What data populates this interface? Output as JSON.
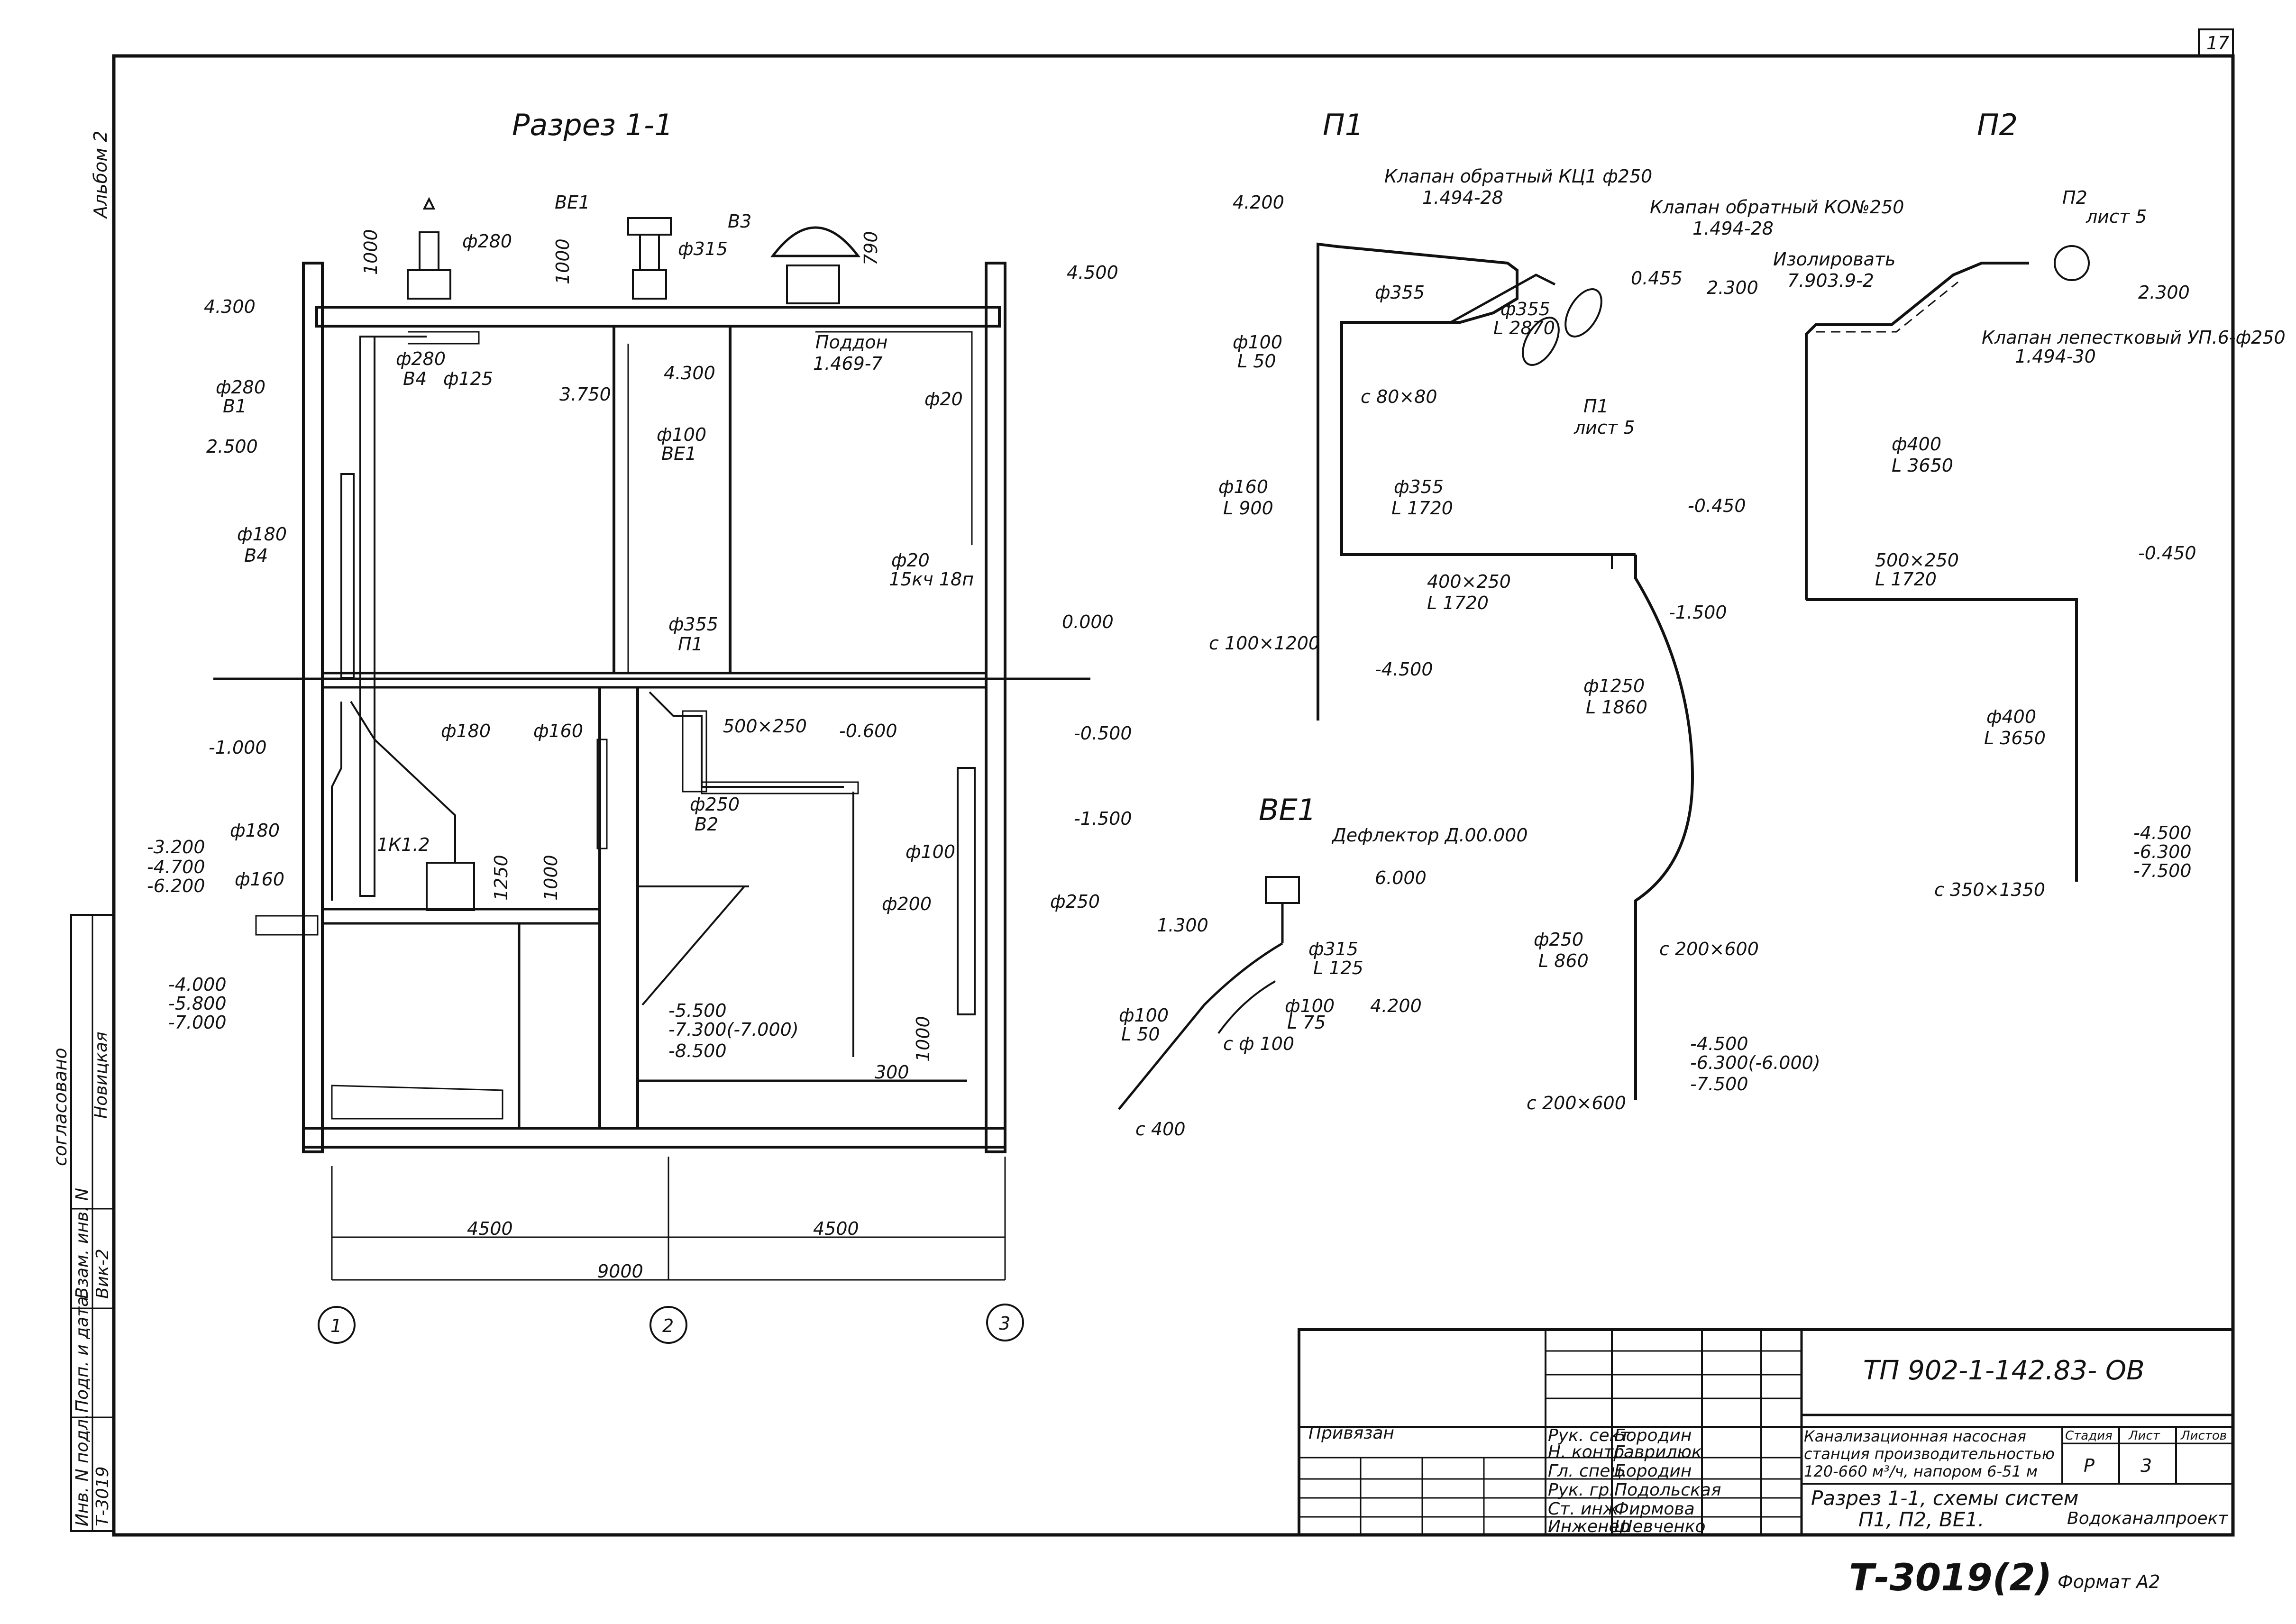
{
  "sheet": {
    "sheet_no": "17",
    "album": "Альбом 2"
  },
  "views": {
    "section": "Разрез 1-1",
    "p1": "П1",
    "p2": "П2",
    "be1": "ВЕ1"
  },
  "section_labels": {
    "be1": "ВЕ1",
    "b3": "В3",
    "h1000a": "1000",
    "h1000b": "1000",
    "h790": "790",
    "d280_top": "ф280",
    "d315": "ф315",
    "lvl_4300_left": "4.300",
    "lvl_4500_right": "4.500",
    "d280_b1": "ф280",
    "b1": "В1",
    "d280_b4": "ф280",
    "b4": "В4",
    "d125": "ф125",
    "lvl_3750": "3.750",
    "lvl_4300_mid": "4.300",
    "d100_be1": "ф100",
    "be1_b": "ВЕ1",
    "poddon": "Поддон",
    "poddon_ref": "1.469-7",
    "d20_top": "ф20",
    "lvl_2500": "2.500",
    "d180_b4": "ф180",
    "b4_b": "В4",
    "d20_15kch": "ф20",
    "kch": "15кч 18п",
    "d355_p1": "ф355",
    "p1_b": "П1",
    "lvl_0000": "0.000",
    "lvl_m1000": "-1.000",
    "d180": "ф180",
    "d160": "ф160",
    "duct_500x250": "500×250",
    "lvl_m0600": "-0.600",
    "lvl_m0500": "-0.500",
    "d250_b2": "ф250",
    "b2": "В2",
    "lvl_m1500": "-1.500",
    "d180_low": "ф180",
    "d160_low": "ф160",
    "lvl_m3200": "-3.200",
    "lvl_m4700": "-4.700",
    "lvl_m6200": "-6.200",
    "k1": "1К1.2",
    "h1250": "1250",
    "h1000c": "1000",
    "d100_right": "ф100",
    "d200": "ф200",
    "d250": "ф250",
    "lvl_m4000": "-4.000",
    "lvl_m5800": "-5.800",
    "lvl_m7000": "-7.000",
    "lvl_m5500": "-5.500",
    "lvl_m7300": "-7.300(-7.000)",
    "lvl_m8500": "-8.500",
    "h1000d": "1000",
    "h300": "300",
    "dim_4500a": "4500",
    "dim_4500b": "4500",
    "dim_9000": "9000",
    "axis_1": "1",
    "axis_2": "2",
    "axis_3": "3"
  },
  "p1_labels": {
    "valve1": "Клапан обратный КЦ1 ф250",
    "valve1_ref": "1.494-28",
    "valve2": "Клапан обратный КО№250",
    "valve2_ref": "1.494-28",
    "lvl_4200": "4.200",
    "d355_a": "ф355",
    "d355_b": "ф355",
    "l2870": "L 2870",
    "lvl_0455": "0.455",
    "d100": "ф100",
    "l50": "L 50",
    "c80": "с 80×80",
    "p1": "П1",
    "list5": "лист 5",
    "d160": "ф160",
    "l900": "L 900",
    "d355_c": "ф355",
    "l1720": "L 1720",
    "lvl_m0450": "-0.450",
    "duct_400x250": "400×250",
    "l1720b": "L 1720",
    "lvl_m1500": "-1.500",
    "c100": "с 100×1200",
    "lvl_m4500": "-4.500",
    "d1250": "ф1250",
    "l1860": "L 1860",
    "d250": "ф250",
    "l860": "L 860",
    "c200a": "с 200×600",
    "lvl_m4500b": "-4.500",
    "lvl_m6300": "-6.300(-6.000)",
    "lvl_m7500": "-7.500",
    "c200b": "с 200×600"
  },
  "p2_labels": {
    "p2": "П2",
    "list5": "лист 5",
    "insulate": "Изолировать",
    "insulate_ref": "7.903.9-2",
    "lvl_2300a": "2.300",
    "lvl_2300b": "2.300",
    "valve": "Клапан лепестковый УП.6-ф250",
    "valve_ref": "1.494-30",
    "d400_a": "ф400",
    "l3650_a": "L 3650",
    "duct_500x250": "500×250",
    "l1720": "L 1720",
    "lvl_m0450": "-0.450",
    "d400_b": "ф400",
    "l3650_b": "L 3650",
    "lvl_m4500": "-4.500",
    "lvl_m6300": "-6.300",
    "lvl_m7500": "-7.500",
    "c350": "с 350×1350"
  },
  "be1_labels": {
    "deflector": "Дефлектор Д.00.000",
    "lvl_6000": "6.000",
    "lvl_1300": "1.300",
    "d315": "ф315",
    "l125": "L 125",
    "d100_a": "ф100",
    "l50": "L 50",
    "d100_b": "ф100",
    "l75": "L 75",
    "c100a": "с ф 100",
    "lvl_4200": "4.200",
    "c400": "с 400"
  },
  "side_stamp": {
    "agreed": "согласовано",
    "signer": "Новицкая",
    "cells": [
      "Взам. инв. N",
      "Подп. и дата",
      "Инв. N подл."
    ],
    "vals": [
      "Вик-2",
      "",
      "Т-3019"
    ]
  },
  "title_block": {
    "code": "ТП 902-1-142.83- ОВ",
    "linked": "Привязан",
    "roles": [
      "Рук. сект.",
      "Н. контр.",
      "Гл. спец.",
      "Рук. гр.",
      "Ст. инж.",
      "Инженер"
    ],
    "names": [
      "Бородин",
      "Гаврилюк",
      "Бородин",
      "Подольская",
      "Фирмова",
      "Шевченко"
    ],
    "project_title": "Канализационная насосная станция производительностью 120-660 м³/ч, напором 6-51 м",
    "sheet_title_1": "Разрез 1-1, схемы систем",
    "sheet_title_2": "П1, П2, ВЕ1.",
    "stage_hdr": "Стадия",
    "sheet_hdr": "Лист",
    "sheets_hdr": "Листов",
    "stage": "Р",
    "sheet": "3",
    "org": "Водоканалпроект",
    "inv": "Т-3019(2)",
    "format": "Формат А2"
  }
}
